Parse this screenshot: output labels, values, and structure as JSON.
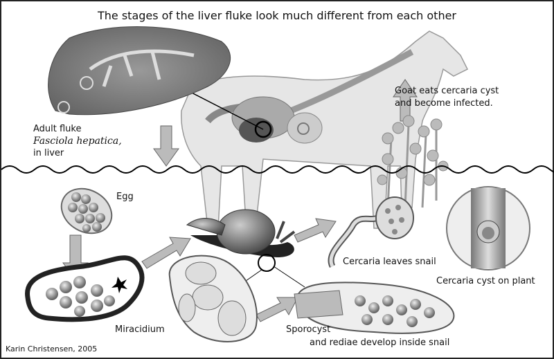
{
  "title": "The stages of the liver fluke look much different from each other",
  "labels": {
    "goat_line1": "Goat eats cercaria cyst",
    "goat_line2": "and become infected.",
    "adult_line1": "Adult fluke",
    "adult_species": "Fasciola hepatica,",
    "adult_line3": "in liver",
    "egg": "Egg",
    "miracidium": "Miracidium",
    "cercaria_leaves": "Cercaria leaves snail",
    "cercaria_cyst": "Cercaria cyst on plant",
    "sporocyst_line1": "Sporocyst",
    "sporocyst_line2": "and rediae develop inside snail"
  },
  "credit": "Karin Christensen, 2005"
}
